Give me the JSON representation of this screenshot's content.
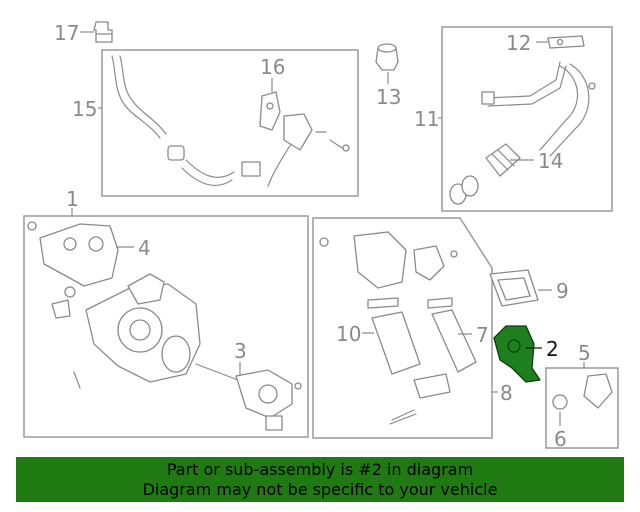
{
  "colors": {
    "highlight": "#1e7f1e",
    "banner": "#1f7a12",
    "callout": "#8a8a8a",
    "line": "#9a9a9a"
  },
  "callouts": {
    "c1": "1",
    "c2": "2",
    "c3": "3",
    "c4": "4",
    "c5": "5",
    "c6": "6",
    "c7": "7",
    "c8": "8",
    "c9": "9",
    "c10": "10",
    "c11": "11",
    "c12": "12",
    "c13": "13",
    "c14": "14",
    "c15": "15",
    "c16": "16",
    "c17": "17"
  },
  "highlighted_part": "2",
  "banner": {
    "line1": "Part or sub-assembly is #2 in diagram",
    "line2": "Diagram may not be specific to your vehicle"
  }
}
